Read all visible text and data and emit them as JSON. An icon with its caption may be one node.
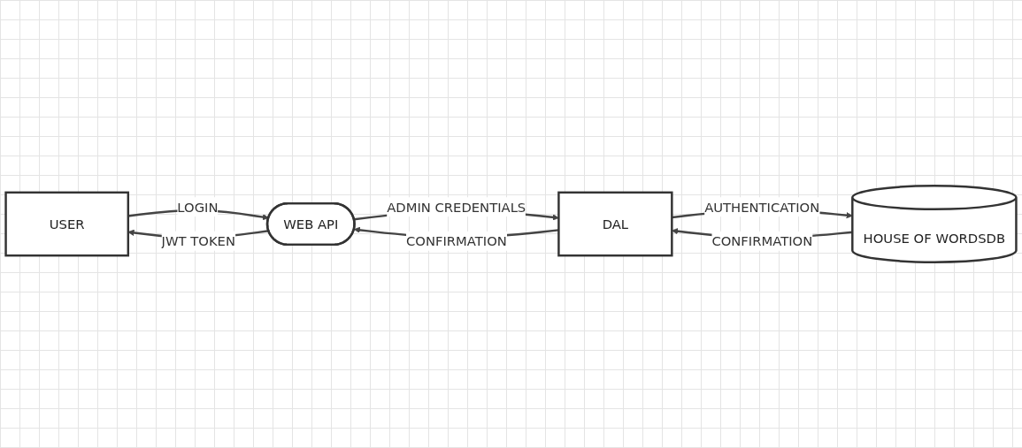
{
  "diagram": {
    "nodes": [
      {
        "text": [
          "USER"
        ]
      },
      {
        "text": [
          "WEB API"
        ]
      },
      {
        "text": [
          "DAL"
        ]
      },
      {
        "text": [
          "HOUSE OF WORDSDB"
        ]
      }
    ],
    "edges": [
      {
        "from": 0,
        "to": 1,
        "arrow": "to",
        "label": "LOGIN"
      },
      {
        "from": 1,
        "to": 0,
        "arrow": "to",
        "label": "JWT TOKEN"
      },
      {
        "from": 1,
        "to": 2,
        "arrow": "to",
        "label": "ADMIN CREDENTIALS"
      },
      {
        "from": 2,
        "to": 1,
        "arrow": "to",
        "label": "CONFIRMATION"
      },
      {
        "from": 2,
        "to": 3,
        "arrow": "to",
        "label": "AUTHENTICATION"
      },
      {
        "from": 3,
        "to": 2,
        "arrow": "to",
        "label": "CONFIRMATION"
      }
    ]
  }
}
